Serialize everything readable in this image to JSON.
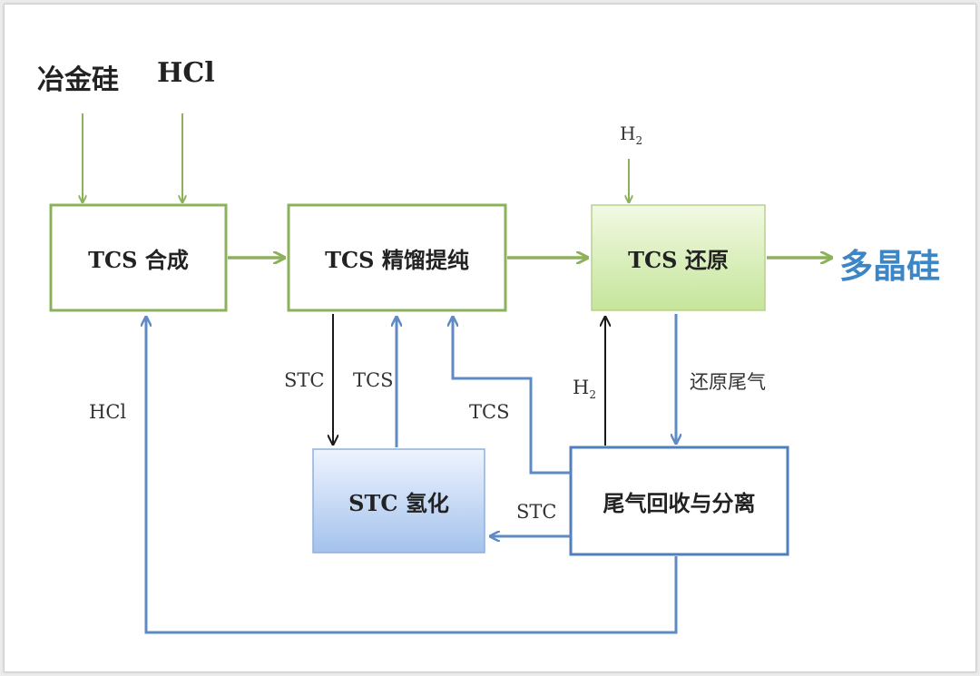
{
  "colors": {
    "green": "#8db05b",
    "blue": "#5e8bc6",
    "dark": "#1a1a1a",
    "product_text": "#3d86c6"
  },
  "inputs": {
    "metallurgical_silicon": "冶金硅",
    "hcl": "HCl"
  },
  "nodes": {
    "tcs_synthesis": "TCS 合成",
    "tcs_distillation": "TCS 精馏提纯",
    "tcs_reduction": "TCS 还原",
    "stc_hydrogenation": "STC 氢化",
    "offgas_recovery": "尾气回收与分离"
  },
  "product": "多晶硅",
  "edge_labels": {
    "h2_top": "H",
    "h2_top_sub": "2",
    "stc_down": "STC",
    "tcs_up": "TCS",
    "tcs_return": "TCS",
    "h2_return": "H",
    "h2_return_sub": "2",
    "reduction_offgas": "还原尾气",
    "stc_left": "STC",
    "hcl_return": "HCl"
  }
}
